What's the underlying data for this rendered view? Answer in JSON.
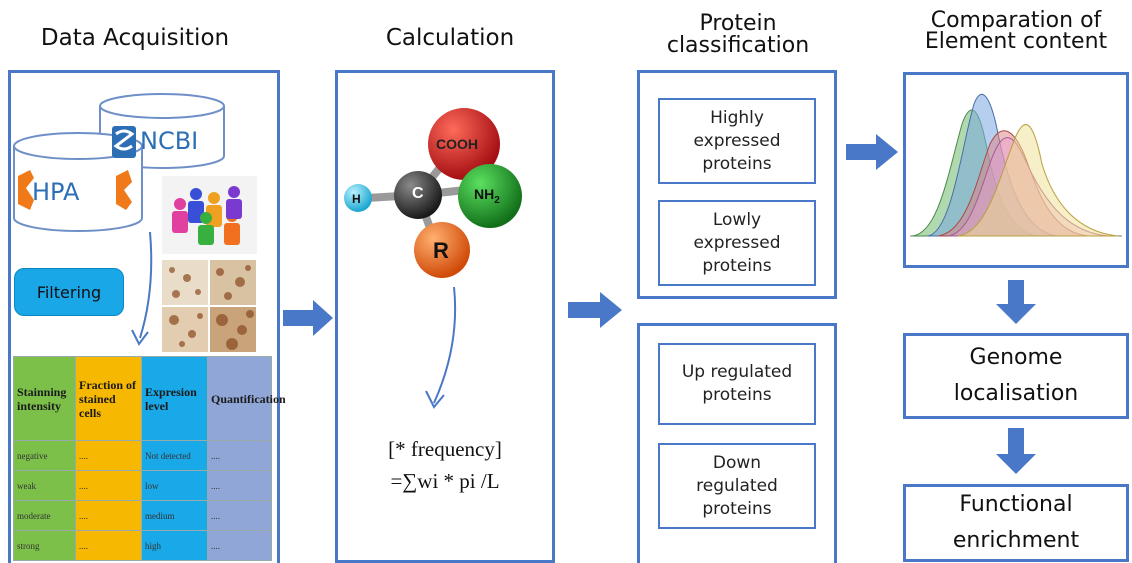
{
  "titles": {
    "data_acquisition": "Data Acquisition",
    "calculation": "Calculation",
    "protein_classification": "Protein classification",
    "comparation": "Comparation of Element content"
  },
  "acquisition": {
    "ncbi": "NCBI",
    "hpa": "HPA",
    "filtering": "Filtering",
    "table": {
      "headers": [
        "Stainning intensity",
        "Fraction of stained cells",
        "Expresion level",
        "Quantification"
      ],
      "rows": [
        [
          "negative",
          "....",
          "Not detected",
          "...."
        ],
        [
          "weak",
          "....",
          "low",
          "...."
        ],
        [
          "moderate",
          "....",
          "medium",
          "...."
        ],
        [
          "strong",
          "....",
          "high",
          "...."
        ]
      ]
    }
  },
  "calculation": {
    "atoms": {
      "cooh": "COOH",
      "h": "H",
      "c": "C",
      "nh2": "NH",
      "nh2_sub": "2",
      "r": "R"
    },
    "formula_line1": "[* frequency]",
    "formula_line2": "=∑wi * pi /L"
  },
  "classification": {
    "highly": "Highly expressed proteins",
    "lowly": "Lowly expressed proteins",
    "up": "Up regulated proteins",
    "down": "Down regulated proteins"
  },
  "downstream": {
    "genome": "Genome localisation",
    "functional": "Functional enrichment"
  },
  "colors": {
    "panel_border": "#4a78c8",
    "arrow": "#4a78c8",
    "filtering": "#1aa7e8",
    "cooh": "#c0161a",
    "c": "#3a3a3a",
    "nh2": "#1f9a26",
    "h": "#39c6e8",
    "r": "#f06a1a",
    "table_col1": "#7cc04a",
    "table_col2": "#f6b800",
    "table_col3": "#19a8e8",
    "table_col4": "#8fa6d6"
  },
  "icons": [
    "database-icon",
    "people-icon",
    "tissue-microscopy-icon",
    "curved-arrow-icon",
    "density-curves-icon"
  ]
}
